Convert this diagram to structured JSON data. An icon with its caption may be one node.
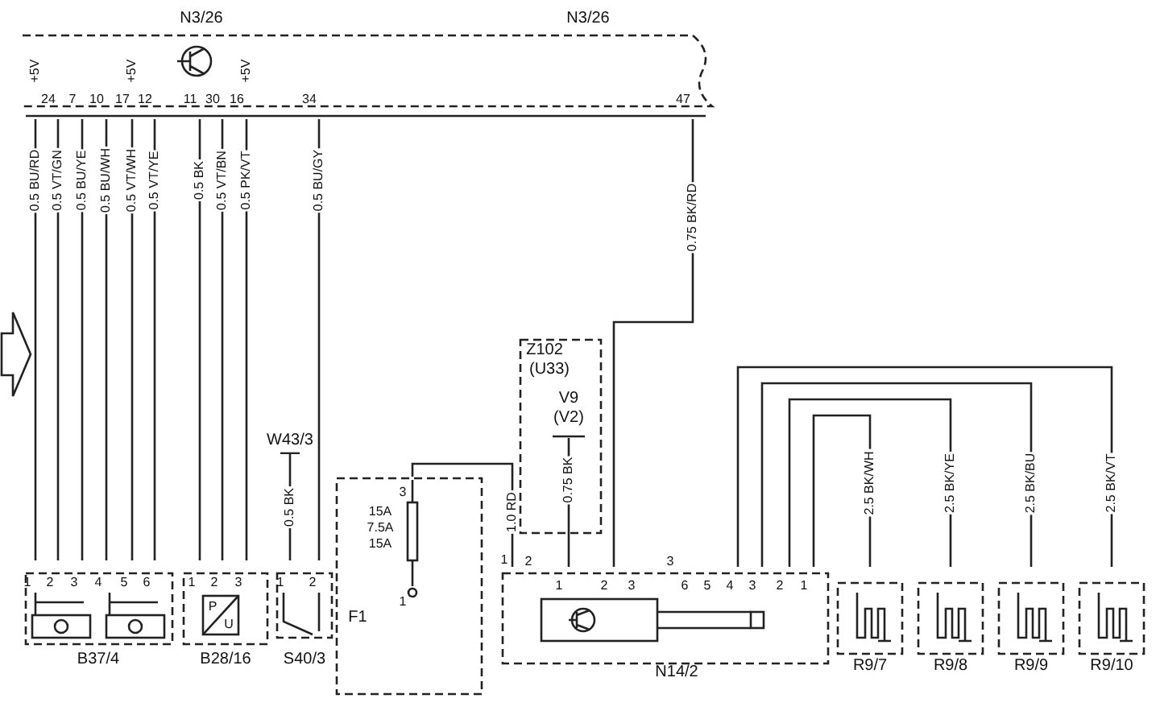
{
  "diagram": {
    "nodes": [
      {
        "text": [
          "N3/26",
          "N3/26"
        ]
      },
      {
        "text": [
          "B37/4"
        ]
      },
      {
        "text": [
          "B28/16"
        ]
      },
      {
        "text": [
          "S40/3"
        ]
      },
      {
        "text": [
          "W43/3"
        ]
      },
      {
        "text": [
          "F1"
        ]
      },
      {
        "text": [
          "Z102",
          "(U33)"
        ]
      },
      {
        "text": [
          "V9",
          "(V2)"
        ],
        "in": 6
      },
      {
        "text": [
          "N14/2"
        ]
      },
      {
        "text": [
          "R9/7"
        ]
      },
      {
        "text": [
          "R9/8"
        ]
      },
      {
        "text": [
          "R9/9"
        ]
      },
      {
        "text": [
          "R9/10"
        ]
      }
    ],
    "edges": [
      {
        "from": 0,
        "to": 1,
        "arrow": "none",
        "label": "0.5 BU/RD"
      },
      {
        "from": 0,
        "to": 1,
        "arrow": "none",
        "label": "0.5 VT/GN"
      },
      {
        "from": 0,
        "to": 1,
        "arrow": "none",
        "label": "0.5 BU/YE"
      },
      {
        "from": 0,
        "to": 1,
        "arrow": "none",
        "label": "0.5 BU/WH"
      },
      {
        "from": 0,
        "to": 1,
        "arrow": "none",
        "label": "0.5 VT/WH"
      },
      {
        "from": 0,
        "to": 1,
        "arrow": "none",
        "label": "0.5 VT/YE"
      },
      {
        "from": 0,
        "to": 2,
        "arrow": "none",
        "label": "0.5 BK"
      },
      {
        "from": 0,
        "to": 2,
        "arrow": "none",
        "label": "0.5 VT/BN"
      },
      {
        "from": 0,
        "to": 2,
        "arrow": "none",
        "label": "0.5 PK/VT"
      },
      {
        "from": 0,
        "to": 3,
        "arrow": "none",
        "label": "0.5 BU/GY"
      },
      {
        "from": 4,
        "to": 3,
        "arrow": "none",
        "label": "0.5 BK"
      },
      {
        "from": 0,
        "to": 8,
        "arrow": "none",
        "label": "0.75 BK/RD"
      },
      {
        "from": 5,
        "to": 8,
        "arrow": "none",
        "label": "1.0 RD"
      },
      {
        "from": 7,
        "to": 8,
        "arrow": "none",
        "label": "0.75 BK"
      },
      {
        "from": 8,
        "to": 9,
        "arrow": "none",
        "label": "2.5 BK/WH"
      },
      {
        "from": 8,
        "to": 10,
        "arrow": "none",
        "label": "2.5 BK/YE"
      },
      {
        "from": 8,
        "to": 11,
        "arrow": "none",
        "label": "2.5 BK/BU"
      },
      {
        "from": 8,
        "to": 12,
        "arrow": "none",
        "label": "2.5 BK/VT"
      }
    ],
    "labels": [
      "+5V",
      "+5V",
      "+5V",
      "24",
      "7",
      "10",
      "17",
      "12",
      "11",
      "30",
      "16",
      "34",
      "47",
      "1",
      "2",
      "3",
      "4",
      "5",
      "6",
      "1",
      "2",
      "3",
      "P",
      "U",
      "1",
      "2",
      "3",
      "15A",
      "7.5A",
      "15A",
      "1",
      "1",
      "2",
      "1",
      "2",
      "3",
      "3",
      "6",
      "5",
      "4",
      "3",
      "2",
      "1"
    ]
  }
}
